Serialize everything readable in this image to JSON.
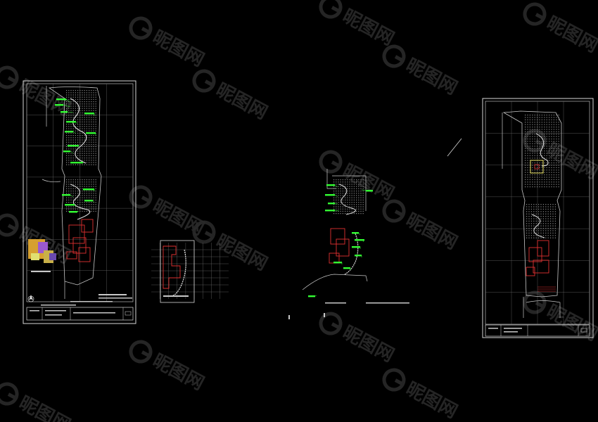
{
  "canvas": {
    "background": "#000000"
  },
  "colors": {
    "frame": "#d8d8d8",
    "grid": "#6a6a6a",
    "plant_label": "#33ff33",
    "building": "#e03030",
    "path": "#c8c8c8",
    "hatch": "#8a8a8a",
    "plaza_accent": "#e8e060",
    "watermark": "#2a2a2a"
  },
  "watermark": {
    "brand_text": "昵图网",
    "logo_icon": "nipic-g-logo-icon"
  },
  "sheets": [
    {
      "name": "sheet-left-planting-plan",
      "kind": "planting-plan"
    },
    {
      "name": "sheet-detail-plan-small",
      "kind": "detail"
    },
    {
      "name": "sheet-center-partial-plan",
      "kind": "partial-plan"
    },
    {
      "name": "sheet-right-site-plan",
      "kind": "site-plan"
    }
  ]
}
